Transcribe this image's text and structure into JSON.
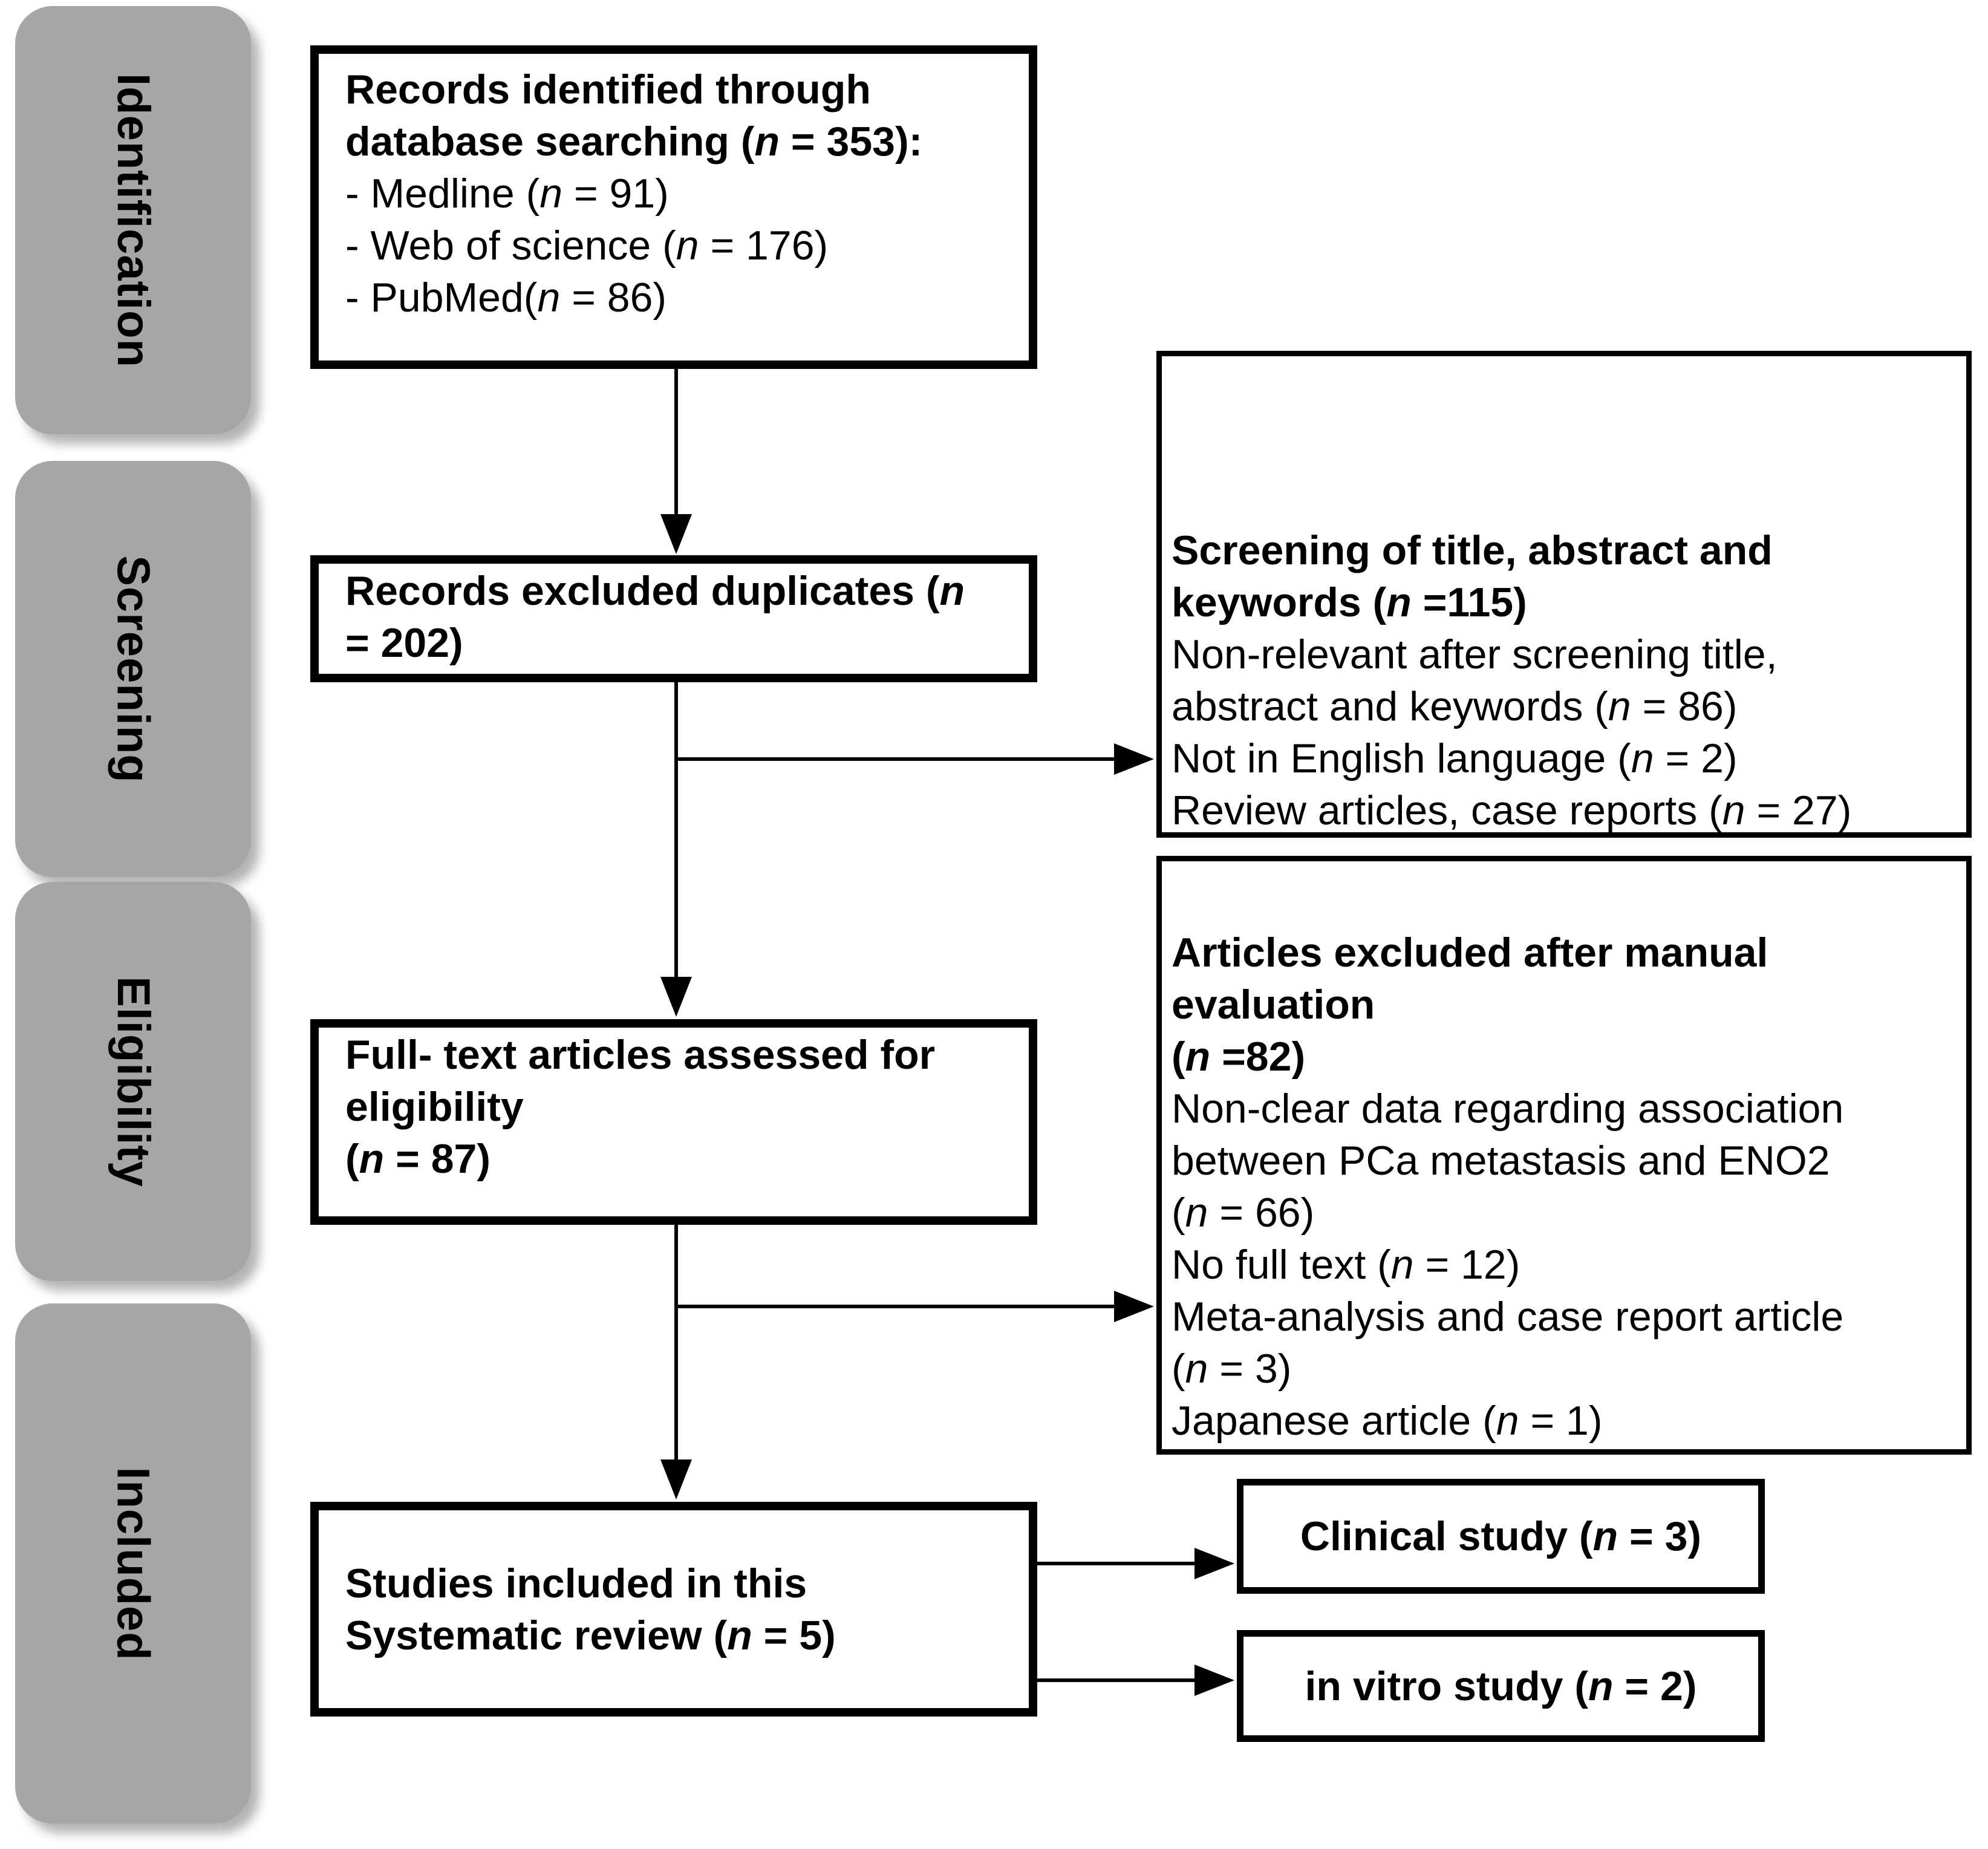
{
  "diagram": {
    "title": "PRISMA flow diagram of study selection",
    "colors": {
      "sidebar_fill": "#a6a6a6",
      "border": "#000000",
      "text": "#000000",
      "background": "#ffffff"
    },
    "stages": {
      "identification": "Identification",
      "screening": "Screening",
      "eligibility": "Eligibility",
      "included": "Included"
    },
    "boxes": {
      "identified": {
        "lines": [
          {
            "t": "Records identified through",
            "b": 1
          },
          {
            "t": "database searching (n = 353):",
            "b": 1
          },
          {
            "t": "- Medline (n = 91)",
            "b": 0
          },
          {
            "t": "- Web of science (n = 176)",
            "b": 0
          },
          {
            "t": "- PubMed(n = 86)",
            "b": 0
          }
        ]
      },
      "duplicates": {
        "lines": [
          {
            "t": "Records excluded duplicates (n",
            "b": 1
          },
          {
            "t": "= 202)",
            "b": 1
          }
        ]
      },
      "screening_excluded": {
        "lines": [
          {
            "t": "Screening of title, abstract and",
            "b": 1
          },
          {
            "t": "keywords (n =115)",
            "b": 1
          },
          {
            "t": "Non-relevant after screening title,",
            "b": 0
          },
          {
            "t": "abstract and keywords (n = 86)",
            "b": 0
          },
          {
            "t": "Not in English language (n = 2)",
            "b": 0
          },
          {
            "t": "Review articles, case reports (n = 27)",
            "b": 0
          }
        ]
      },
      "fulltext": {
        "lines": [
          {
            "t": "Full- text articles assessed for",
            "b": 1
          },
          {
            "t": "eligibility",
            "b": 1
          },
          {
            "t": "(n = 87)",
            "b": 1
          }
        ]
      },
      "manual_excluded": {
        "lines": [
          {
            "t": "Articles excluded after manual",
            "b": 1
          },
          {
            "t": "evaluation",
            "b": 1
          },
          {
            "t": "(n =82)",
            "b": 1
          },
          {
            "t": "Non-clear data regarding association",
            "b": 0
          },
          {
            "t": "between PCa metastasis and ENO2",
            "b": 0
          },
          {
            "t": "(n = 66)",
            "b": 0
          },
          {
            "t": "No full text (n = 12)",
            "b": 0
          },
          {
            "t": "Meta-analysis and case report article",
            "b": 0
          },
          {
            "t": "(n = 3)",
            "b": 0
          },
          {
            "t": "Japanese article (n = 1)",
            "b": 0
          }
        ]
      },
      "included_studies": {
        "lines": [
          {
            "t": "Studies included in this",
            "b": 1
          },
          {
            "t": "Systematic review (n = 5)",
            "b": 1
          }
        ]
      },
      "clinical": {
        "lines": [
          {
            "t": "Clinical study (n = 3)",
            "b": 1
          }
        ]
      },
      "invitro": {
        "lines": [
          {
            "t": "in vitro study (n = 2)",
            "b": 1
          }
        ]
      }
    }
  }
}
